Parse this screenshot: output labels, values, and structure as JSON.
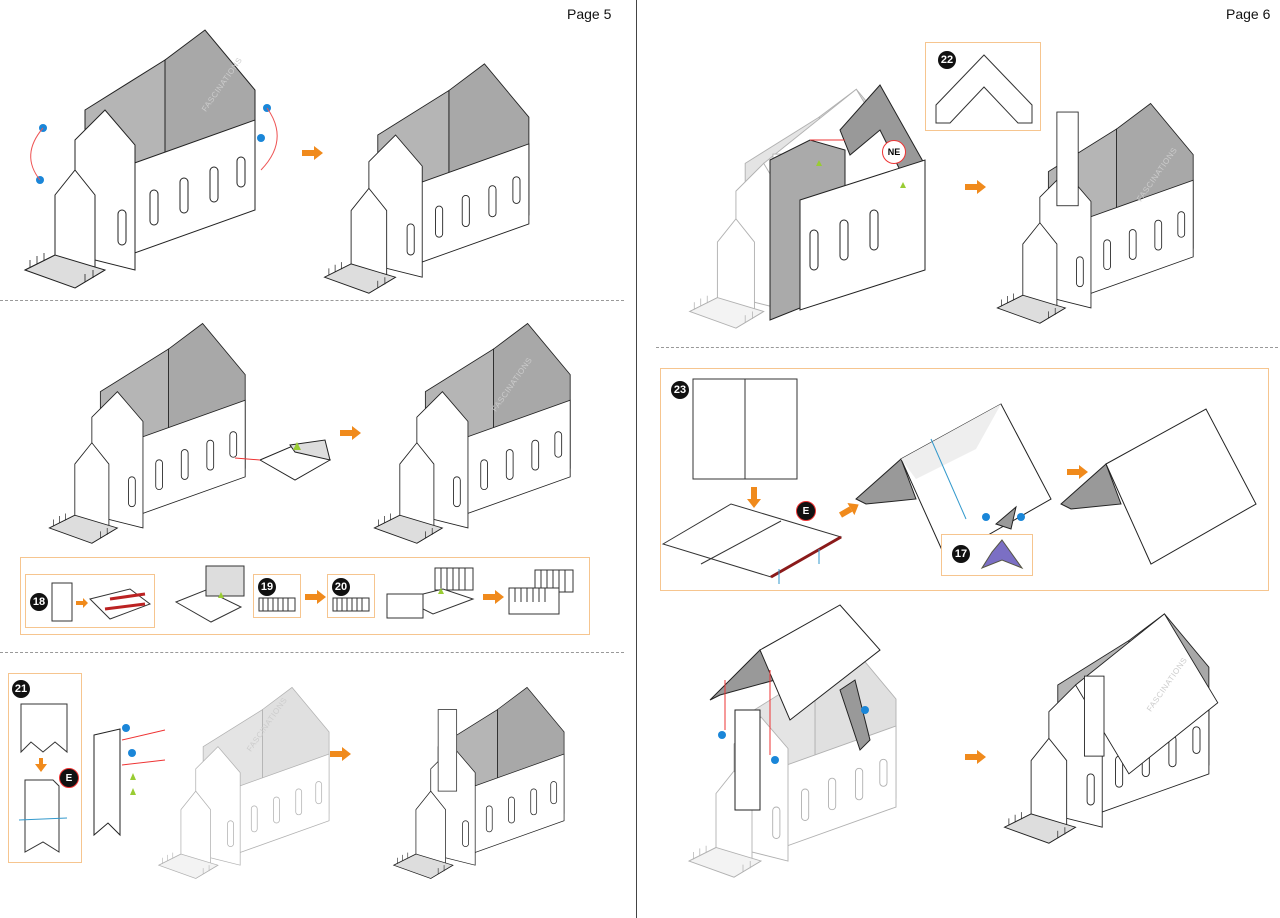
{
  "pages": [
    {
      "label": "Page 5"
    },
    {
      "label": "Page 6"
    }
  ],
  "steps": {
    "s17": "17",
    "s18": "18",
    "s19": "19",
    "s20": "20",
    "s21": "21",
    "s22": "22",
    "s23": "23"
  },
  "markers": {
    "e": "E",
    "ne": "NE"
  },
  "watermark": "FASCINATIONS",
  "colors": {
    "accent": "#f08a1c",
    "box_border": "#f6c58f",
    "wall_grey": "#9a9a9a",
    "blue_dot": "#1a86d8",
    "part_purple": "#7b6fc4"
  }
}
